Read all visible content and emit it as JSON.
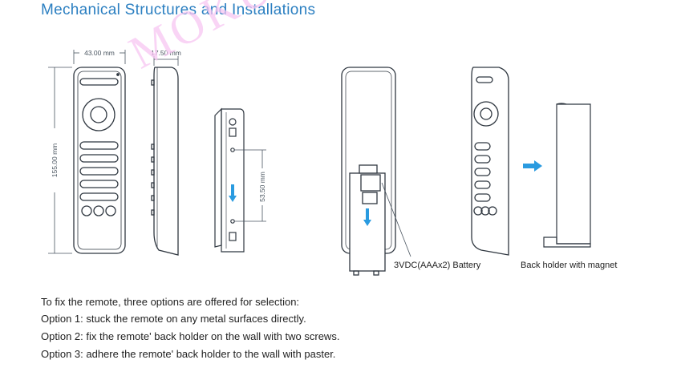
{
  "title": "Mechanical Structures and Installations",
  "dimensions": {
    "width": "43.00 mm",
    "depth": "17.50 mm",
    "height": "155.00 mm",
    "screw_spacing": "53.50 mm"
  },
  "captions": {
    "battery": "3VDC(AAAx2) Battery",
    "holder": "Back holder with magnet"
  },
  "watermark": "MOKUNGIT",
  "instructions": {
    "heading": "To fix the remote, three options are offered for selection:",
    "options": [
      "Option 1: stuck the remote on any metal surfaces directly.",
      "Option 2: fix the remote' back holder on the wall with two screws.",
      "Option 3: adhere the remote' back holder to the wall with paster."
    ]
  },
  "colors": {
    "title": "#2b7fc1",
    "arrow": "#2a9be0",
    "outline": "#2f3740",
    "watermark": "#f7c6f2"
  }
}
